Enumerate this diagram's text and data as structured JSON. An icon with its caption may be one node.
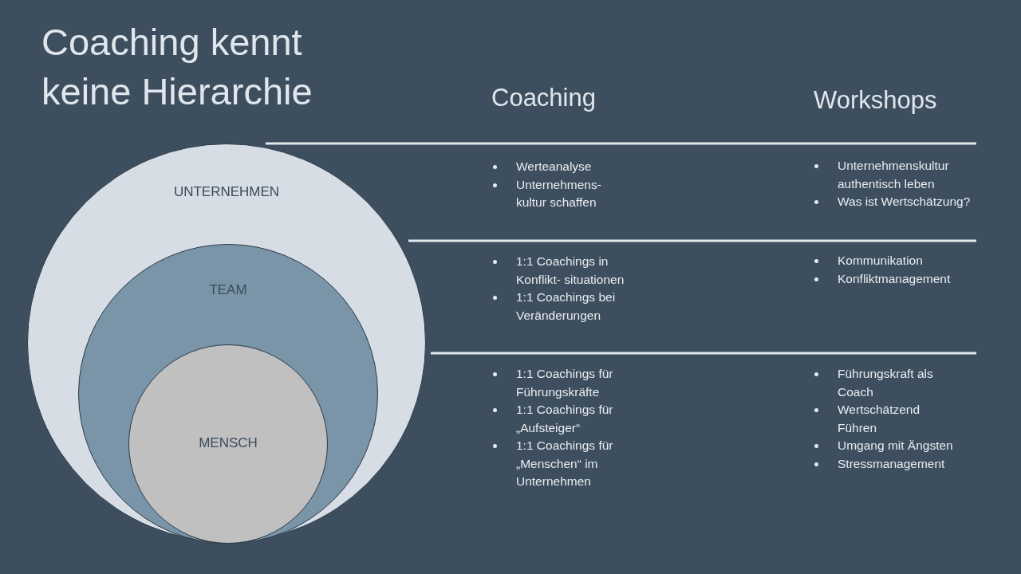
{
  "diagram": {
    "title": "Coaching kennt keine Hierarchie",
    "nodes": [
      {
        "text": [
          "UNTERNEHMEN"
        ]
      },
      {
        "text": [
          "TEAM"
        ],
        "in": 0
      },
      {
        "text": [
          "MENSCH"
        ],
        "in": 1
      }
    ],
    "edges": [],
    "labels": [
      "Coaching",
      "Workshops",
      "Werteanalyse",
      "Unternehmens- kultur schaffen",
      "Unternehmenskultur authentisch leben",
      "Was ist Wertschätzung?",
      "1:1 Coachings in Konflikt- situationen",
      "1:1 Coachings bei Veränderungen",
      "Kommunikation",
      "Konfliktmanagement",
      "1:1 Coachings für Führungskräfte",
      "1:1 Coachings für „Aufsteiger“",
      "1:1 Coachings für „Menschen“ im Unternehmen",
      "Führungskraft als Coach",
      "Wertschätzend Führen",
      "Umgang mit Ängsten",
      "Stressmanagement"
    ]
  }
}
